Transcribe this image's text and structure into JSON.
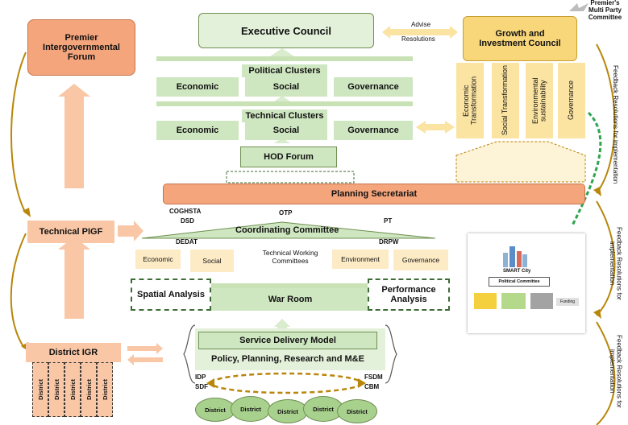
{
  "top_right": {
    "label": "Premier's Multi Party Committee"
  },
  "executive": {
    "title": "Executive Council",
    "advise": "Advise",
    "resolutions": "Resolutions"
  },
  "growth": {
    "title": "Growth and Investment Council",
    "pillars": [
      "Economic Transformation",
      "Social Transformation",
      "Environmental sustainability",
      "Governance"
    ]
  },
  "pigf": {
    "premier": "Premier Intergovernmental Forum",
    "technical": "Technical PIGF",
    "district": "District IGR",
    "district_cols": [
      "District",
      "District",
      "District",
      "District",
      "District"
    ]
  },
  "political_clusters": {
    "title": "Political Clusters",
    "items": [
      "Economic",
      "Social",
      "Governance"
    ]
  },
  "technical_clusters": {
    "title": "Technical Clusters",
    "items": [
      "Economic",
      "Social",
      "Governance"
    ]
  },
  "hod_forum": "HOD Forum",
  "planning_secretariat": "Planning Secretariat",
  "coordinating": {
    "title": "Coordinating Committee",
    "labels": [
      "COGHSTA",
      "DSD",
      "OTP",
      "PT",
      "DEDAT",
      "DRPW"
    ]
  },
  "working": {
    "items": [
      "Economic",
      "Social",
      "Environment",
      "Governance"
    ],
    "center": "Technical  Working Committees"
  },
  "analysis": {
    "spatial": "Spatial Analysis",
    "war_room": "War Room",
    "performance": "Performance Analysis"
  },
  "sdm": {
    "title": "Service Delivery Model",
    "policy": "Policy, Planning, Research and M&E",
    "left": [
      "IDP",
      "SDF"
    ],
    "right": [
      "FSDM",
      "CBM"
    ]
  },
  "districts": [
    "District",
    "District",
    "District",
    "District",
    "District"
  ],
  "smart_city": {
    "label": "SMART City",
    "committee": "Political Committee",
    "funding": "Funding"
  },
  "feedback": [
    "Feedback Resolutions for implementation",
    "Feedback Resolutions for implementation",
    "Feedback Resolutions for implementation"
  ],
  "colors": {
    "green": "#cfe7c1",
    "peach": "#f9c7a6",
    "peach_dark": "#f4a57c",
    "yellow": "#fbe3a2",
    "olive": "#b8860b"
  }
}
